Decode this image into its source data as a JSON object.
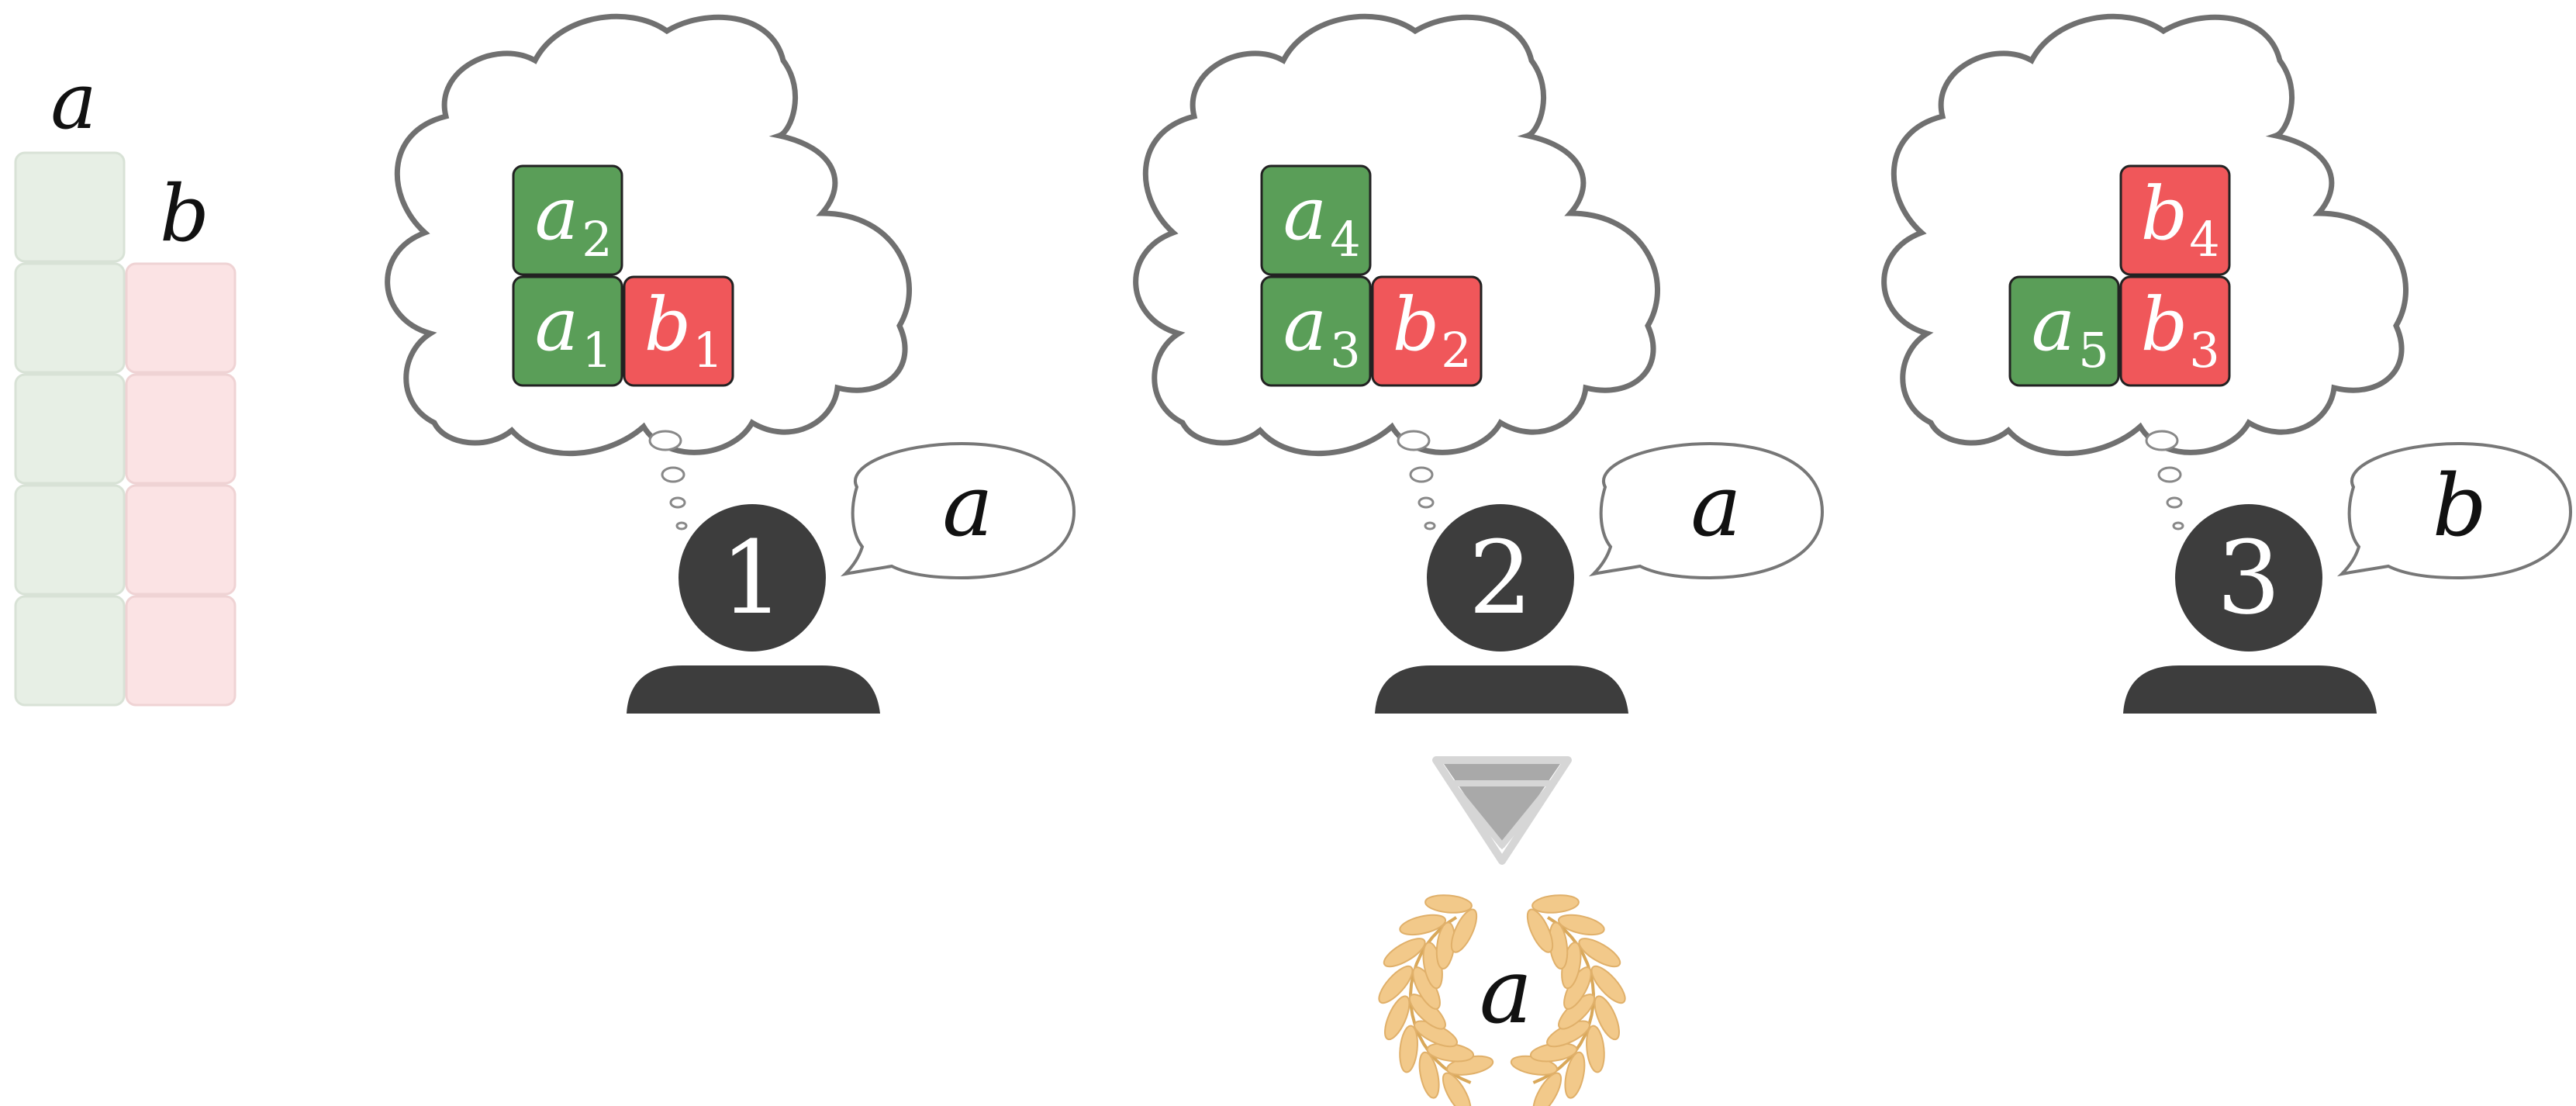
{
  "stack": {
    "label_a": "a",
    "label_b": "b",
    "a_cells": 5,
    "b_cells": 4
  },
  "voters": [
    {
      "id": "1",
      "says": "a",
      "blocks": [
        {
          "var": "a",
          "sub": "2",
          "color": "green"
        },
        {
          "var": "a",
          "sub": "1",
          "color": "green"
        },
        {
          "var": "b",
          "sub": "1",
          "color": "red"
        }
      ]
    },
    {
      "id": "2",
      "says": "a",
      "blocks": [
        {
          "var": "a",
          "sub": "4",
          "color": "green"
        },
        {
          "var": "a",
          "sub": "3",
          "color": "green"
        },
        {
          "var": "b",
          "sub": "2",
          "color": "red"
        }
      ]
    },
    {
      "id": "3",
      "says": "b",
      "blocks": [
        {
          "var": "b",
          "sub": "4",
          "color": "red"
        },
        {
          "var": "a",
          "sub": "5",
          "color": "green"
        },
        {
          "var": "b",
          "sub": "3",
          "color": "red"
        }
      ]
    }
  ],
  "result": "a",
  "colors": {
    "green": "#5a9e58",
    "red": "#f0575a",
    "person": "#3d3d3d",
    "cloud_stroke": "#707070",
    "laurel": "#f2c98a"
  }
}
